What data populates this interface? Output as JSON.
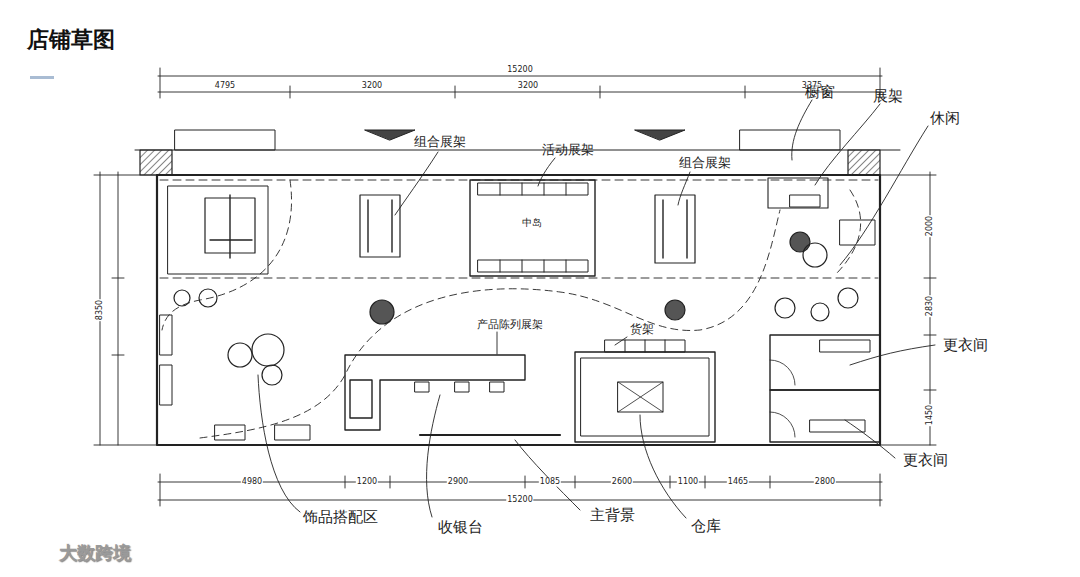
{
  "diagram": {
    "title": "店铺草图",
    "labels": [
      "15200",
      "4795",
      "3200",
      "3200",
      "3375",
      "橱窗",
      "展架",
      "休闲",
      "组合展架",
      "活动展架",
      "组合展架",
      "中岛",
      "产品陈列展架",
      "货架",
      "更衣间",
      "更衣间",
      "饰品搭配区",
      "收银台",
      "主背景",
      "仓库",
      "4980",
      "1200",
      "2900",
      "1085",
      "2600",
      "1100",
      "1465",
      "2800",
      "15200",
      "8350",
      "2000",
      "2830",
      "1450",
      "大数跨境"
    ]
  }
}
